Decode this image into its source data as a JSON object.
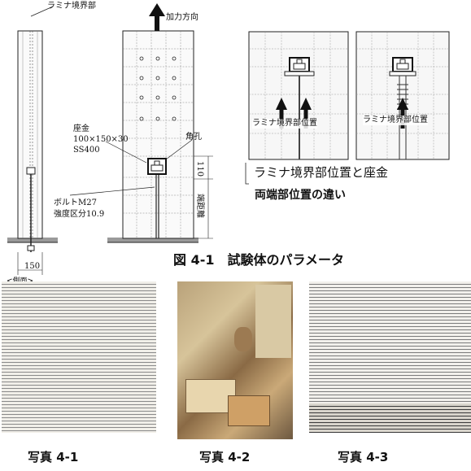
{
  "drawing": {
    "lamina_boundary": "ラミナ境界部",
    "load_direction": "加力方向",
    "washer_label": "座金",
    "washer_size": "100×150×30",
    "washer_grade": "SS400",
    "square_hole": "角孔",
    "dim_110": "110",
    "edge_distance": "端距離",
    "bolt_label": "ボルトM27",
    "bolt_grade": "強度区分10.9",
    "dim_150": "150",
    "side_view": "<側面>"
  },
  "detail": {
    "pos_label_left": "ラミナ境界部位置",
    "pos_label_right": "ラミナ境界部位置",
    "caption_line1": "ラミナ境界部位置と座金",
    "caption_line2": "両端部位置の違い"
  },
  "figure_caption": "図 4-1　試験体のパラメータ",
  "photos": [
    {
      "caption": "写真 4-1"
    },
    {
      "caption": "写真 4-2"
    },
    {
      "caption": "写真 4-3"
    }
  ]
}
